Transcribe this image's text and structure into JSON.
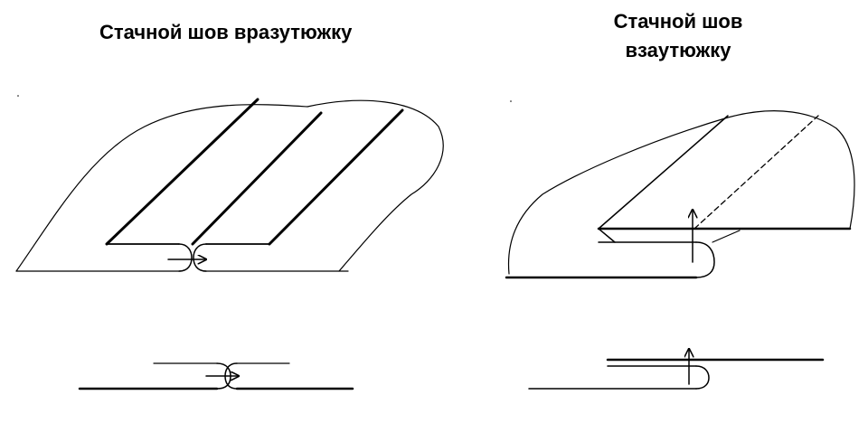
{
  "left_diagram": {
    "title": "Стачной шов  вразутюжку"
  },
  "right_diagram": {
    "title_line1": "Стачной шов",
    "title_line2": "взаутюжку"
  },
  "colors": {
    "ink": "#000000",
    "background": "#ffffff"
  }
}
